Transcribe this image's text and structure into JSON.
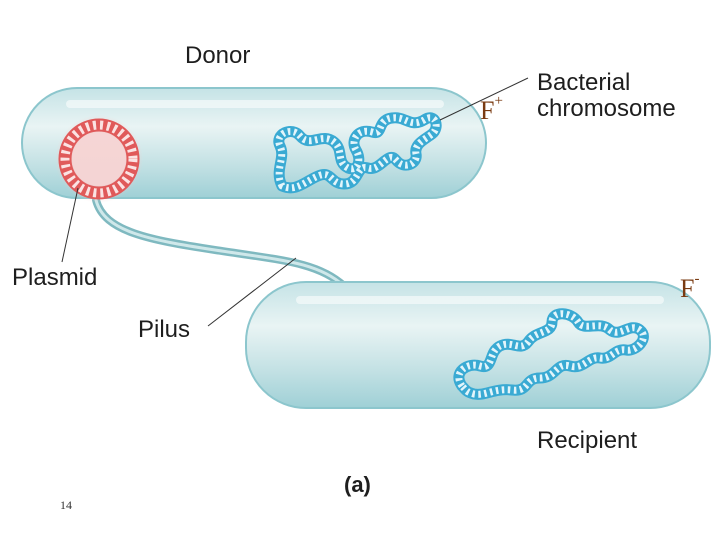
{
  "labels": {
    "donor": "Donor",
    "bacterial_chromosome": "Bacterial\nchromosome",
    "plasmid": "Plasmid",
    "pilus": "Pilus",
    "recipient": "Recipient",
    "part": "(a)"
  },
  "f_tags": {
    "donor": {
      "letter": "F",
      "sign": "+"
    },
    "recipient": {
      "letter": "F",
      "sign": "-"
    }
  },
  "slide_number": "14",
  "colors": {
    "cell_fill": "#bcdde0",
    "cell_edge": "#86c4cc",
    "plasmid": "#e0605f",
    "chromosome": "#3aaad3",
    "pilus": "#86c0c6"
  }
}
